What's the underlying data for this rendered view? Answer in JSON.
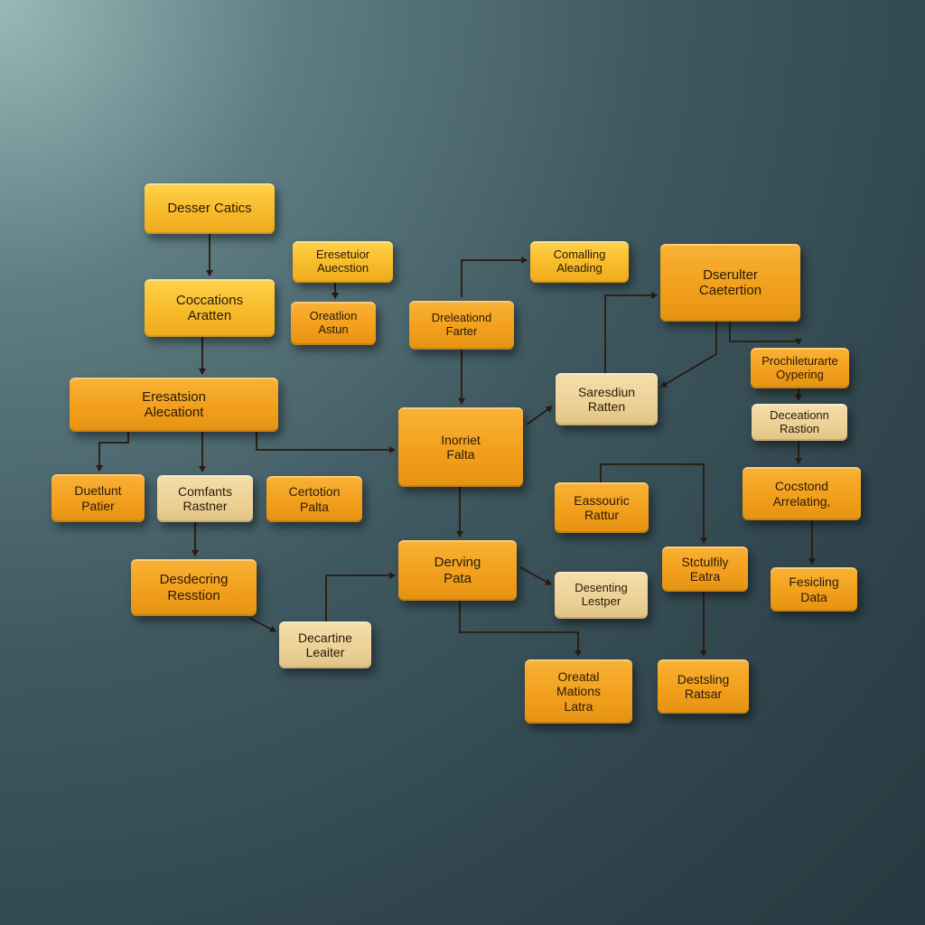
{
  "nodes": [
    {
      "id": "n1",
      "label": "Desser Catics",
      "color": "yellow"
    },
    {
      "id": "n2",
      "label": "Coccations\nAratten",
      "color": "yellow"
    },
    {
      "id": "n3",
      "label": "Eresatsion\nAlecationt",
      "color": "orange"
    },
    {
      "id": "n4",
      "label": "Duetlunt\nPatier",
      "color": "orange"
    },
    {
      "id": "n5",
      "label": "Comfants\nRastner",
      "color": "beige"
    },
    {
      "id": "n6",
      "label": "Certotion\nPalta",
      "color": "orange"
    },
    {
      "id": "n7",
      "label": "Desdecring\nResstion",
      "color": "orange"
    },
    {
      "id": "n8",
      "label": "Decartine\nLeaiter",
      "color": "beige"
    },
    {
      "id": "n9",
      "label": "Eresetuior\nAuecstion",
      "color": "yellow"
    },
    {
      "id": "n10",
      "label": "Oreatlion\nAstun",
      "color": "orange"
    },
    {
      "id": "n11",
      "label": "Dreleationd\nFarter",
      "color": "orange"
    },
    {
      "id": "n12",
      "label": "Comalling\nAleading",
      "color": "yellow"
    },
    {
      "id": "n13",
      "label": "Inorriet\nFalta",
      "color": "orange"
    },
    {
      "id": "n14",
      "label": "Derving\nPata",
      "color": "orange"
    },
    {
      "id": "n15",
      "label": "Desenting\nLestper",
      "color": "beige"
    },
    {
      "id": "n16",
      "label": "Oreatal\nMations\nLatra",
      "color": "orange"
    },
    {
      "id": "n17",
      "label": "Saresdiun\nRatten",
      "color": "beige"
    },
    {
      "id": "n18",
      "label": "Dserulter\nCaetertion",
      "color": "orange"
    },
    {
      "id": "n19",
      "label": "Eassouric\nRattur",
      "color": "orange"
    },
    {
      "id": "n20",
      "label": "Stctulfily\nEatra",
      "color": "orange"
    },
    {
      "id": "n21",
      "label": "Destsling\nRatsar",
      "color": "orange"
    },
    {
      "id": "n22",
      "label": "Prochileturarte\nOypering",
      "color": "orange"
    },
    {
      "id": "n23",
      "label": "Deceationn\nRastion",
      "color": "beige"
    },
    {
      "id": "n24",
      "label": "Cocstond\nArrelating,",
      "color": "orange"
    },
    {
      "id": "n25",
      "label": "Fesicling\nData",
      "color": "orange"
    }
  ],
  "edges": [
    {
      "from": "n1",
      "to": "n2"
    },
    {
      "from": "n2",
      "to": "n3"
    },
    {
      "from": "n3",
      "to": "n4"
    },
    {
      "from": "n3",
      "to": "n5"
    },
    {
      "from": "n3",
      "to": "n13"
    },
    {
      "from": "n5",
      "to": "n7"
    },
    {
      "from": "n7",
      "to": "n8"
    },
    {
      "from": "n8",
      "to": "n14"
    },
    {
      "from": "n9",
      "to": "n10"
    },
    {
      "from": "n11",
      "to": "n12"
    },
    {
      "from": "n11",
      "to": "n13"
    },
    {
      "from": "n13",
      "to": "n17"
    },
    {
      "from": "n13",
      "to": "n14"
    },
    {
      "from": "n14",
      "to": "n15"
    },
    {
      "from": "n14",
      "to": "n16"
    },
    {
      "from": "n17",
      "to": "n18"
    },
    {
      "from": "n18",
      "to": "n17"
    },
    {
      "from": "n18",
      "to": "n22"
    },
    {
      "from": "n19",
      "to": "n20"
    },
    {
      "from": "n20",
      "to": "n21"
    },
    {
      "from": "n22",
      "to": "n23"
    },
    {
      "from": "n23",
      "to": "n24"
    },
    {
      "from": "n24",
      "to": "n25"
    }
  ],
  "colors": {
    "yellow": "#f7bb2a",
    "orange": "#f2a01c",
    "beige": "#ecd196",
    "line": "#2a1a10",
    "background": "#3f5860"
  }
}
